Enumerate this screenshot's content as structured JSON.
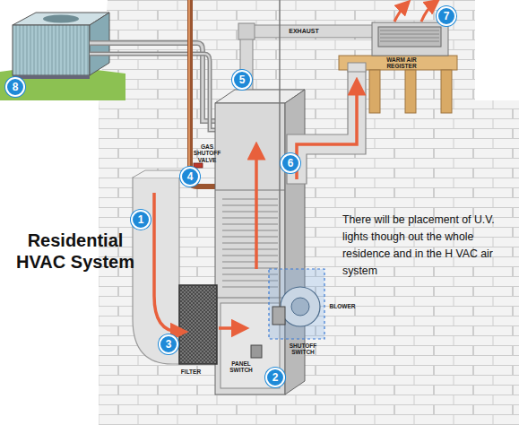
{
  "diagram": {
    "title": "Residential HVAC System",
    "labels": [
      "1",
      "2",
      "3",
      "4",
      "5",
      "6",
      "7",
      "8",
      "GAS SHUTOFF VALVE",
      "EXHAUST",
      "WARM AIR REGISTER",
      "FILTER",
      "PANEL SWITCH",
      "SHUTOFF SWITCH",
      "BLOWER",
      "There will be placement of U.V. lights though out the whole residence and in the H VAC air system"
    ]
  }
}
